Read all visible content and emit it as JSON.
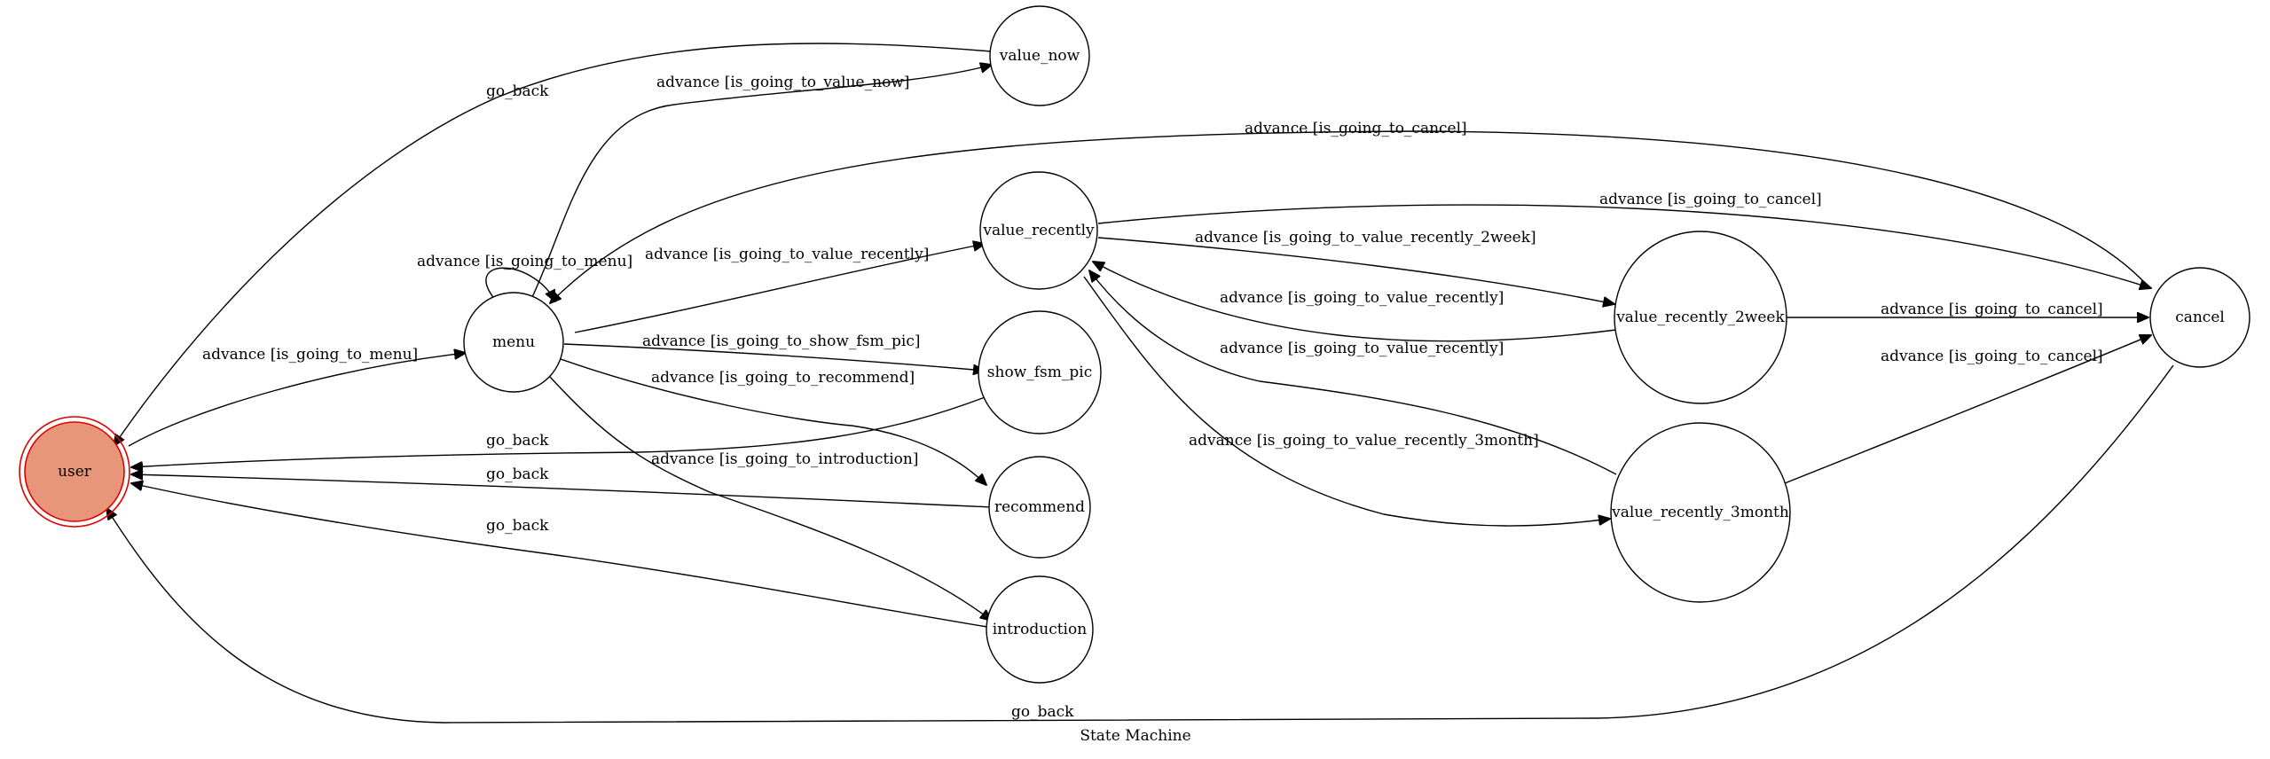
{
  "diagram": {
    "caption": "State Machine",
    "colors": {
      "initial_fill": "#E8967A",
      "initial_stroke": "#E00000",
      "stroke": "#000000"
    },
    "nodes": [
      {
        "id": "user",
        "label": "user",
        "initial": true
      },
      {
        "id": "menu",
        "label": "menu"
      },
      {
        "id": "value_now",
        "label": "value_now"
      },
      {
        "id": "value_recently",
        "label": "value_recently"
      },
      {
        "id": "show_fsm_pic",
        "label": "show_fsm_pic"
      },
      {
        "id": "recommend",
        "label": "recommend"
      },
      {
        "id": "introduction",
        "label": "introduction"
      },
      {
        "id": "value_recently_2week",
        "label": "value_recently_2week"
      },
      {
        "id": "value_recently_3month",
        "label": "value_recently_3month"
      },
      {
        "id": "cancel",
        "label": "cancel"
      }
    ],
    "edges": [
      {
        "id": "e1",
        "from": "user",
        "to": "menu",
        "label": "advance [is_going_to_menu]"
      },
      {
        "id": "e2",
        "from": "menu",
        "to": "menu",
        "label": "advance [is_going_to_menu]"
      },
      {
        "id": "e3",
        "from": "menu",
        "to": "value_now",
        "label": "advance [is_going_to_value_now]"
      },
      {
        "id": "e4",
        "from": "value_now",
        "to": "user",
        "label": "go_back"
      },
      {
        "id": "e5",
        "from": "cancel",
        "to": "menu",
        "label": "advance [is_going_to_cancel]"
      },
      {
        "id": "e6",
        "from": "menu",
        "to": "value_recently",
        "label": "advance [is_going_to_value_recently]"
      },
      {
        "id": "e7",
        "from": "value_recently",
        "to": "cancel",
        "label": "advance [is_going_to_cancel]"
      },
      {
        "id": "e8",
        "from": "value_recently",
        "to": "value_recently_2week",
        "label": "advance [is_going_to_value_recently_2week]"
      },
      {
        "id": "e9",
        "from": "value_recently_2week",
        "to": "value_recently",
        "label": "advance [is_going_to_value_recently]"
      },
      {
        "id": "e10",
        "from": "value_recently_3month",
        "to": "value_recently",
        "label": "advance [is_going_to_value_recently]"
      },
      {
        "id": "e11",
        "from": "value_recently",
        "to": "value_recently_3month",
        "label": "advance [is_going_to_value_recently_3month]"
      },
      {
        "id": "e12",
        "from": "value_recently_2week",
        "to": "cancel",
        "label": "advance [is_going_to_cancel]"
      },
      {
        "id": "e13",
        "from": "value_recently_3month",
        "to": "cancel",
        "label": "advance [is_going_to_cancel]"
      },
      {
        "id": "e14",
        "from": "menu",
        "to": "show_fsm_pic",
        "label": "advance [is_going_to_show_fsm_pic]"
      },
      {
        "id": "e15",
        "from": "menu",
        "to": "recommend",
        "label": "advance [is_going_to_recommend]"
      },
      {
        "id": "e16",
        "from": "menu",
        "to": "introduction",
        "label": "advance [is_going_to_introduction]"
      },
      {
        "id": "e17",
        "from": "show_fsm_pic",
        "to": "user",
        "label": "go_back"
      },
      {
        "id": "e18",
        "from": "recommend",
        "to": "user",
        "label": "go_back"
      },
      {
        "id": "e19",
        "from": "introduction",
        "to": "user",
        "label": "go_back"
      },
      {
        "id": "e20",
        "from": "cancel",
        "to": "user",
        "label": "go_back"
      }
    ]
  }
}
